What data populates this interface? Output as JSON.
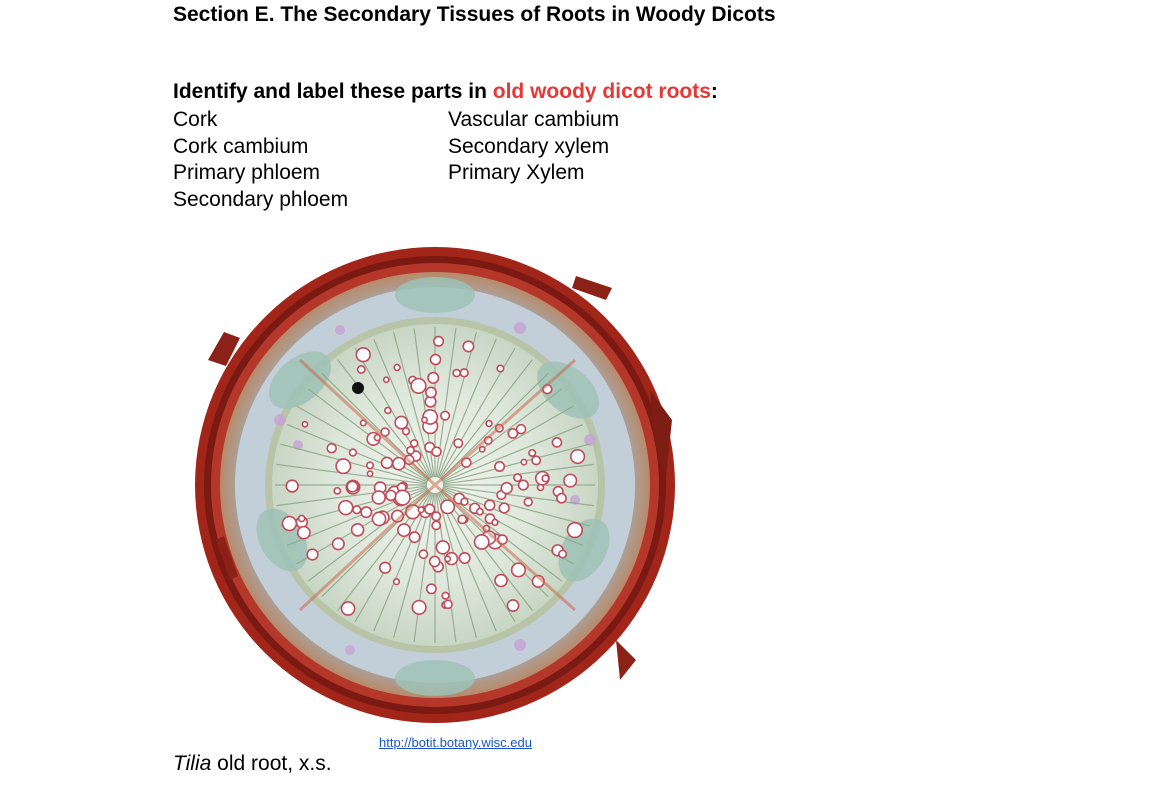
{
  "section": {
    "title": "Section E.  The Secondary Tissues of Roots in Woody Dicots"
  },
  "instruction": {
    "prefix": "Identify and label these parts in ",
    "highlight": "old woody dicot roots",
    "suffix": ":",
    "highlight_color": "#e53935"
  },
  "parts": {
    "left": [
      "Cork",
      "Cork cambium",
      "Primary phloem",
      "Secondary phloem"
    ],
    "right": [
      "Vascular cambium",
      "Secondary xylem",
      "Primary Xylem"
    ]
  },
  "figure": {
    "source_link": "http://botit.botany.wisc.edu",
    "caption_genus": "Tilia",
    "caption_rest": " old root, x.s."
  }
}
